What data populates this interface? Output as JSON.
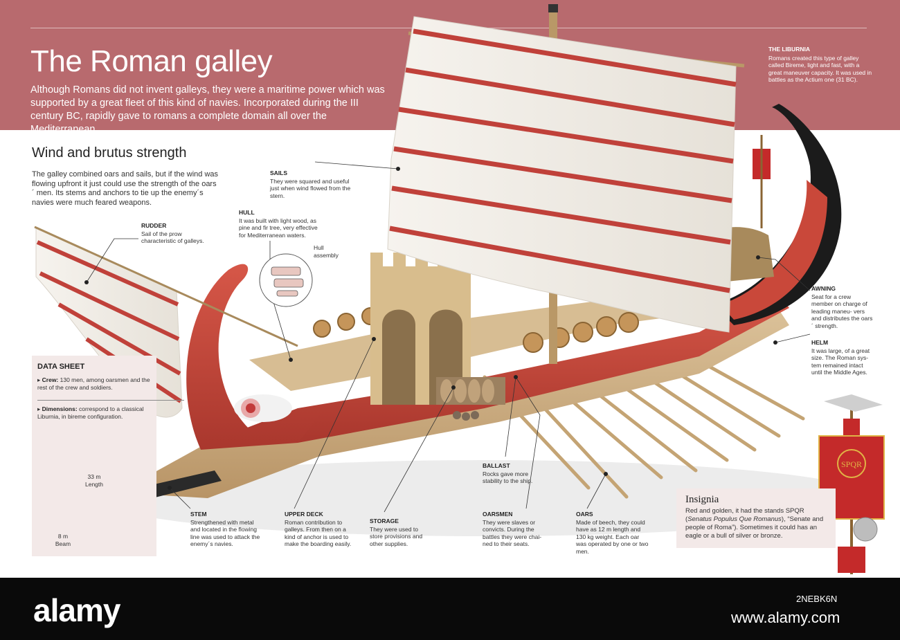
{
  "header": {
    "title": "The Roman galley",
    "intro": "Although Romans did not invent galleys, they were a maritime power which was supported by a great fleet of this kind of navies. Incorporated during the III century BC, rapidly gave to romans a complete domain all over the Mediterranean."
  },
  "liburnia": {
    "heading": "THE LIBURNIA",
    "text": "Romans created this type of galley called Bireme, light and fast, with a great maneuver capacity. It was used in battles as the Actium one (31 BC)."
  },
  "section": {
    "heading": "Wind and brutus strength",
    "text": "The galley combined oars and sails, but if the wind was flowing upfront it just could use the strength of the oars´ men. Its stems and anchors to tie up the enemy´s navies were much feared weapons."
  },
  "labels": {
    "rudder": {
      "heading": "RUDDER",
      "text": "Sail of the prow characteristic of galleys."
    },
    "sails": {
      "heading": "SAILS",
      "text": "They were squared and useful just when wind flowed from the stern."
    },
    "hull": {
      "heading": "HULL",
      "text": "It was built with light wood, as pine and fir tree, very effective for Mediterranean waters."
    },
    "hull_assembly": "Hull assembly",
    "awning": {
      "heading": "AWNING",
      "text": "Seat for a crew member on charge of leading maneu- vers and distributes the oars´ strength."
    },
    "helm": {
      "heading": "HELM",
      "text": "It was large, of a great size. The Roman sys- tem remained intact until the Middle Ages."
    },
    "ballast": {
      "heading": "BALLAST",
      "text": "Rocks gave more stability to the ship."
    },
    "stem": {
      "heading": "STEM",
      "text": "Strengthened with metal and located in the flowing line was used to attack the enemy´s navies."
    },
    "upper_deck": {
      "heading": "UPPER DECK",
      "text": "Roman contribution to galleys. From then on a kind of anchor is used to make the boarding easily."
    },
    "storage": {
      "heading": "STORAGE",
      "text": "They were used to store provisions and other supplies."
    },
    "oarsmen": {
      "heading": "OARSMEN",
      "text": "They were slaves or convicts. During the battles they were chai- ned to their seats."
    },
    "oars": {
      "heading": "OARS",
      "text": "Made of beech, they could have as 12 m length and 130 kg weight. Each oar was operated by one or two men."
    }
  },
  "data_sheet": {
    "heading": "DATA SHEET",
    "crew_label": "Crew:",
    "crew_text": "130 men, among oarsmen and the rest of the crew and soldiers.",
    "dimensions_label": "Dimensions:",
    "dimensions_text": "correspond to a classical Liburnia, in bireme configuration.",
    "length_value": "33 m",
    "length_label": "Length",
    "beam_value": "8 m",
    "beam_label": "Beam"
  },
  "insignia": {
    "heading": "Insignia",
    "text_1": "Red and golden, it had the stands SPQR (",
    "text_italic": "Senatus Populus Que Romanus",
    "text_2": "), “Senate and people of Roma”). Sometimes it could has an eagle or a bull of silver or bronze.",
    "banner_text": "SPQR"
  },
  "footer": {
    "brand": "alamy",
    "image_id": "2NEBK6N",
    "url": "www.alamy.com"
  },
  "colors": {
    "band": "#b86a6e",
    "hull_red": "#c9483a",
    "wood": "#c9ab7c",
    "stripe": "#c0413a"
  }
}
